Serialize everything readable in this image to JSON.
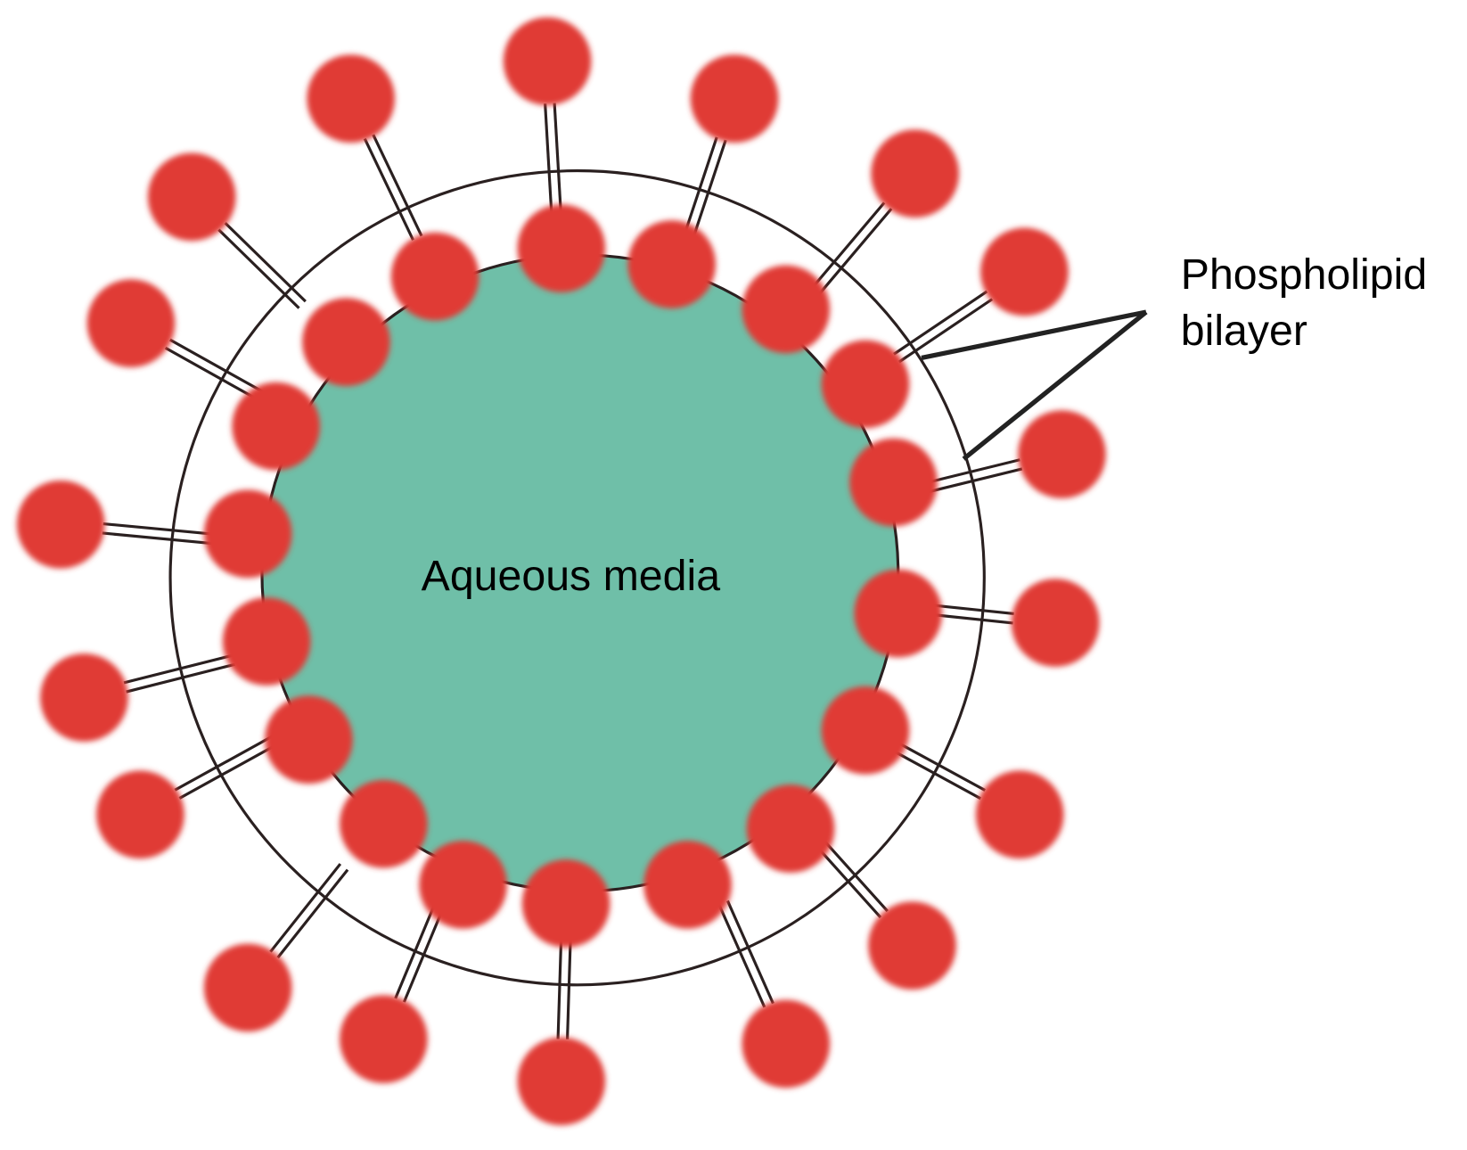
{
  "labels": {
    "center": "Aqueous media",
    "callout_line1": "Phospholipid",
    "callout_line2": "bilayer"
  },
  "colors": {
    "head": "#e03a34",
    "core": "#6fbfa8",
    "line": "#2a2020"
  }
}
